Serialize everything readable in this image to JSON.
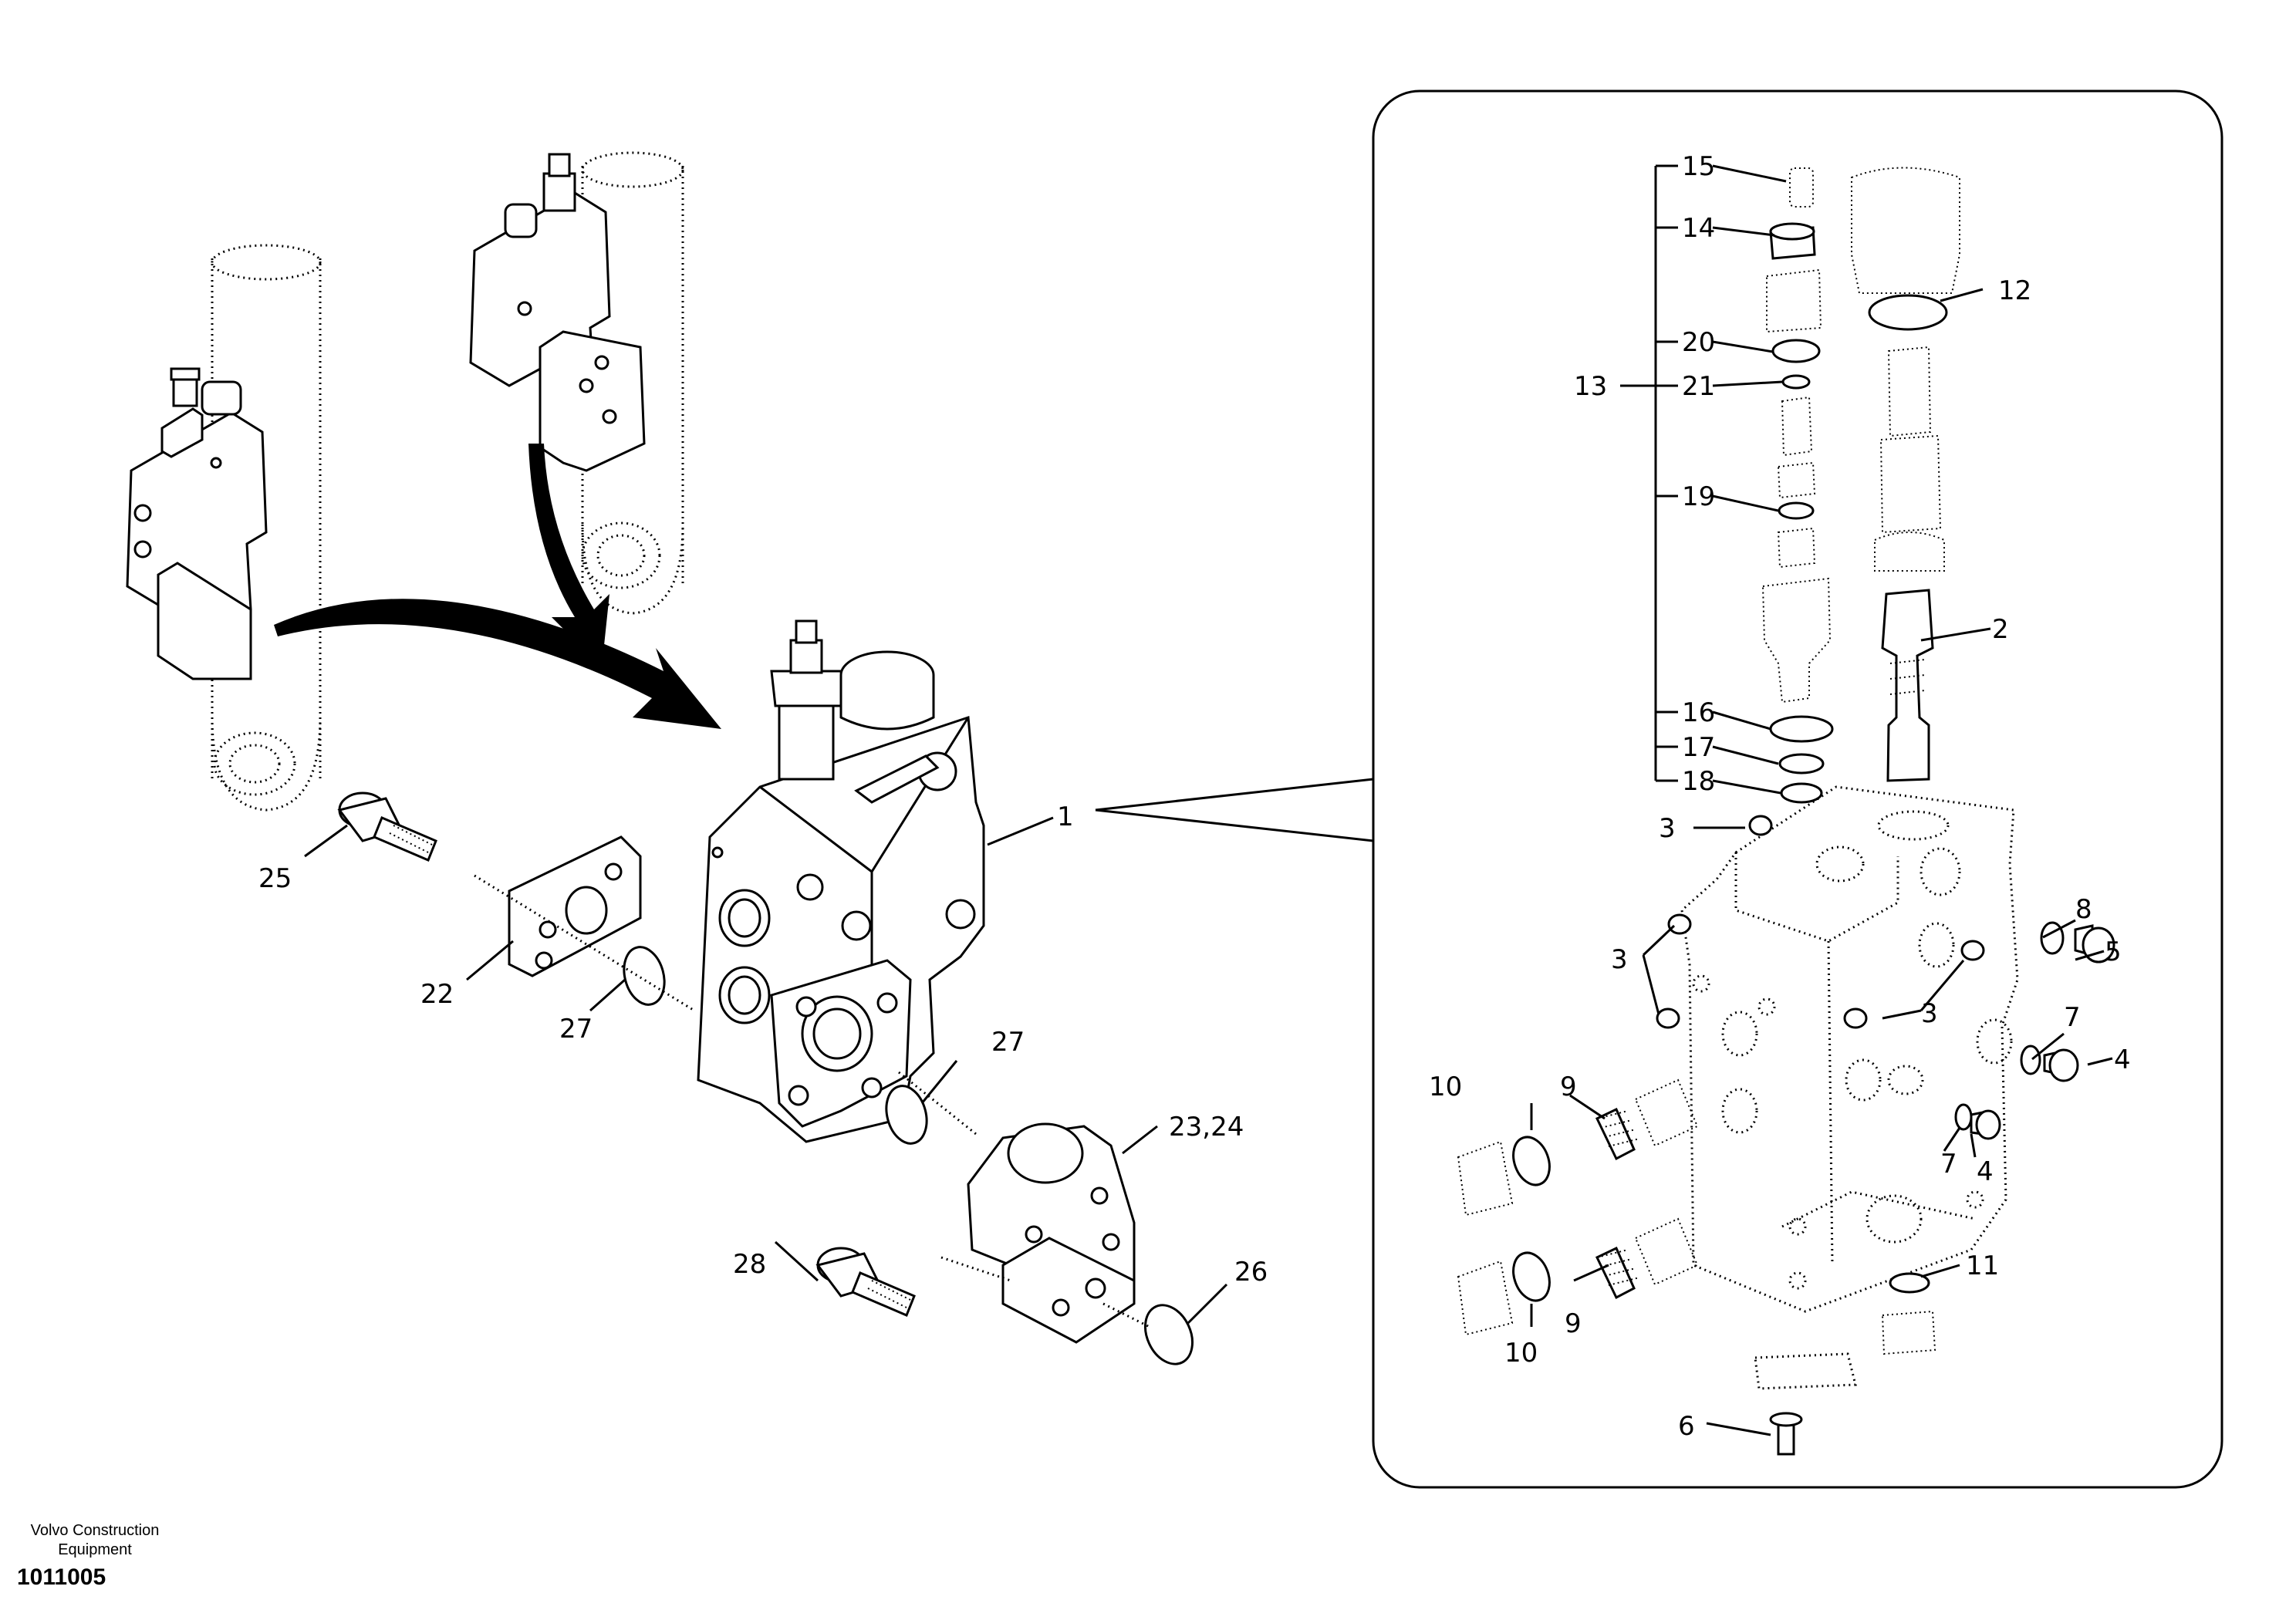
{
  "footer": {
    "publisher_line1": "Volvo Construction",
    "publisher_line2": "Equipment",
    "figure_number": "1011005"
  },
  "callouts": {
    "c1": "1",
    "c2": "2",
    "c3a": "3",
    "c3b": "3",
    "c3c": "3",
    "c4a": "4",
    "c4b": "4",
    "c5": "5",
    "c6": "6",
    "c7a": "7",
    "c7b": "7",
    "c8": "8",
    "c9a": "9",
    "c9b": "9",
    "c10a": "10",
    "c10b": "10",
    "c11": "11",
    "c12": "12",
    "c13": "13",
    "c14": "14",
    "c15": "15",
    "c16": "16",
    "c17": "17",
    "c18": "18",
    "c19": "19",
    "c20": "20",
    "c21": "21",
    "c22": "22",
    "c2324": "23,24",
    "c25": "25",
    "c26": "26",
    "c27a": "27",
    "c27b": "27",
    "c28": "28"
  }
}
